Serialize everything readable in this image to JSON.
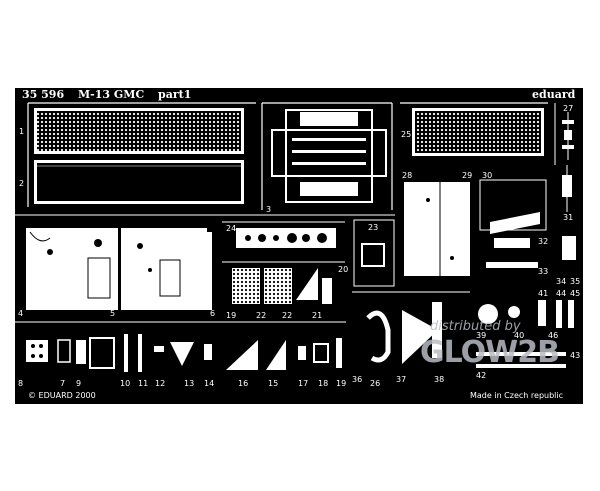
{
  "header": {
    "code": "35 596",
    "title": "M-13 GMC",
    "part": "part1",
    "brand": "eduard"
  },
  "footer": {
    "copyright": "© EDUARD 2000",
    "origin": "Made in Czech republic"
  },
  "watermark": {
    "line1": "distributed by",
    "line2": "GLOW2B"
  },
  "part_numbers": {
    "p1": "1",
    "p2": "2",
    "p3": "3",
    "p4": "4",
    "p5": "5",
    "p6": "6",
    "p7": "7",
    "p8": "8",
    "p9": "9",
    "p10": "10",
    "p11": "11",
    "p12": "12",
    "p13": "13",
    "p14": "14",
    "p15": "15",
    "p16": "16",
    "p17": "17",
    "p18": "18",
    "p19": "19",
    "p20": "20",
    "p21": "21",
    "p22": "22",
    "p23": "23",
    "p24": "24",
    "p25": "25",
    "p26": "26",
    "p27": "27",
    "p28": "28",
    "p29": "29",
    "p30": "30",
    "p31": "31",
    "p32": "32",
    "p33": "33",
    "p34": "34",
    "p35": "35",
    "p36": "36",
    "p37": "37",
    "p38": "38",
    "p39": "39",
    "p40": "40",
    "p41": "41",
    "p42": "42",
    "p43": "43",
    "p44": "44",
    "p45": "45",
    "p46": "46"
  },
  "colors": {
    "sheet": "#000000",
    "etch": "#ffffff",
    "background": "#ffffff",
    "watermark": "#b8bcc4"
  }
}
